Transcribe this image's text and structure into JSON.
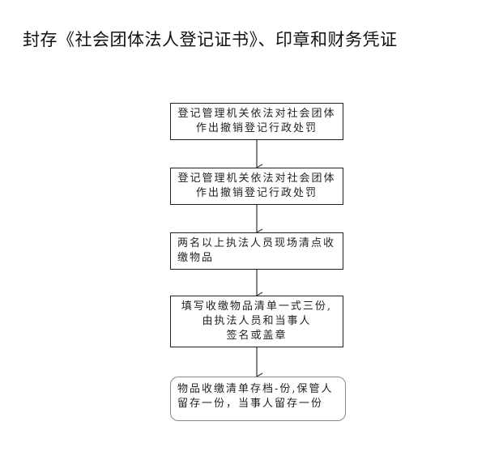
{
  "heading": "封存《社会团体法人登记证书》、印章和财务凭证",
  "flow": {
    "steps": [
      {
        "line1": "登记管理机关依法对社会团体",
        "line2": "作出撤销登记行政处罚"
      },
      {
        "line1": "登记管理机关依法对社会团体",
        "line2": "作出撤销登记行政处罚"
      },
      {
        "line1": "两名以上执法人员现场清点收",
        "line2": "缴物品"
      },
      {
        "line1": "填写收缴物品清单一式三份,",
        "line2": "由执法人员和当事人",
        "line3": "签名或盖章"
      },
      {
        "line1": "物品收缴清单存档-份,保管人",
        "line2": "留存一份，当事人留存一份"
      }
    ]
  }
}
